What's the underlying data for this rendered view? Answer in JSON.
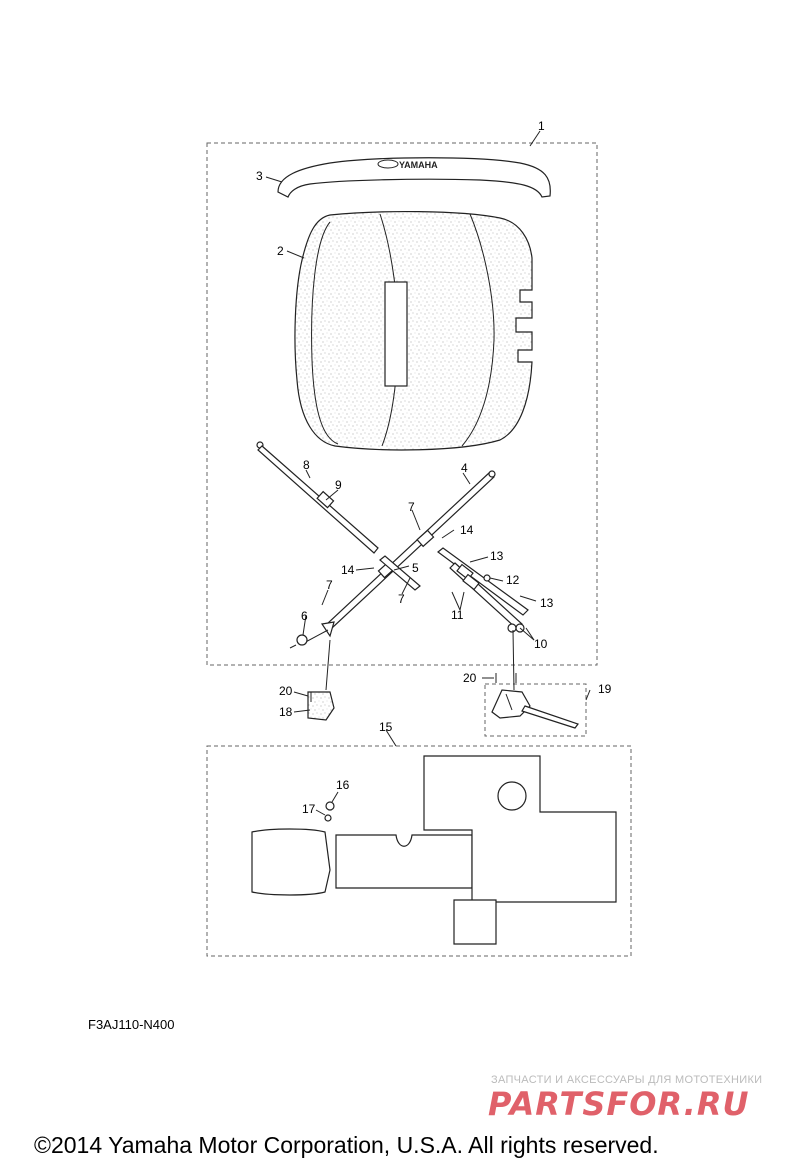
{
  "callouts": {
    "c1": "1",
    "c2": "2",
    "c3": "3",
    "c4": "4",
    "c5": "5",
    "c6": "6",
    "c7a": "7",
    "c7b": "7",
    "c7c": "7",
    "c8": "8",
    "c9": "9",
    "c10": "10",
    "c11": "11",
    "c12": "12",
    "c13a": "13",
    "c13b": "13",
    "c14a": "14",
    "c14b": "14",
    "c15": "15",
    "c16": "16",
    "c17": "17",
    "c18": "18",
    "c19": "19",
    "c20a": "20",
    "c20b": "20"
  },
  "brand_logo": "YAMAHA",
  "diagram_code": "F3AJ110-N400",
  "watermark": {
    "tagline": "ЗАПЧАСТИ И АКСЕССУАРЫ ДЛЯ МОТОТЕХНИКИ",
    "logo_text": "PARTSFOR.RU",
    "accent_color": "#e0616a"
  },
  "copyright": "©2014 Yamaha Motor Corporation, U.S.A. All rights reserved."
}
